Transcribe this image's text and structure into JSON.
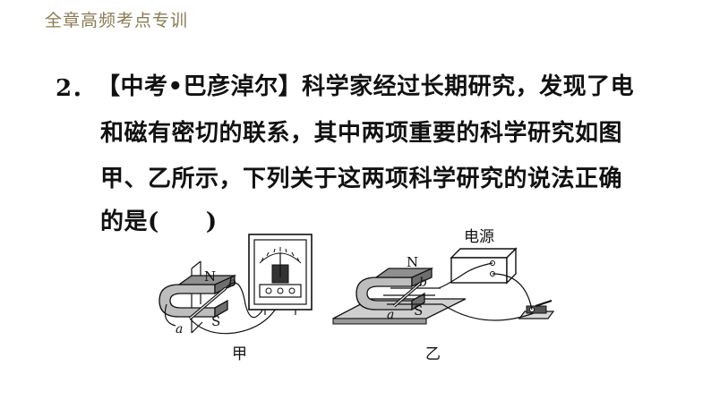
{
  "header": {
    "title": "全章高频考点专训"
  },
  "question": {
    "number": "2．",
    "line1": "【中考•巴彦淖尔】科学家经过长期研究，发现了电",
    "line2": "和磁有密切的联系，其中两项重要的科学研究如图",
    "line3": "甲、乙所示，下列关于这两项科学研究的说法正确",
    "line4_start": "的是(",
    "line4_end": ")"
  },
  "figure_jia": {
    "label_n": "N",
    "label_s": "S",
    "label_a": "a",
    "label_b": "b",
    "caption": "甲"
  },
  "figure_yi": {
    "label_n": "N",
    "label_s": "S",
    "label_a": "a",
    "label_b": "b",
    "power_label": "电源",
    "caption": "乙"
  }
}
